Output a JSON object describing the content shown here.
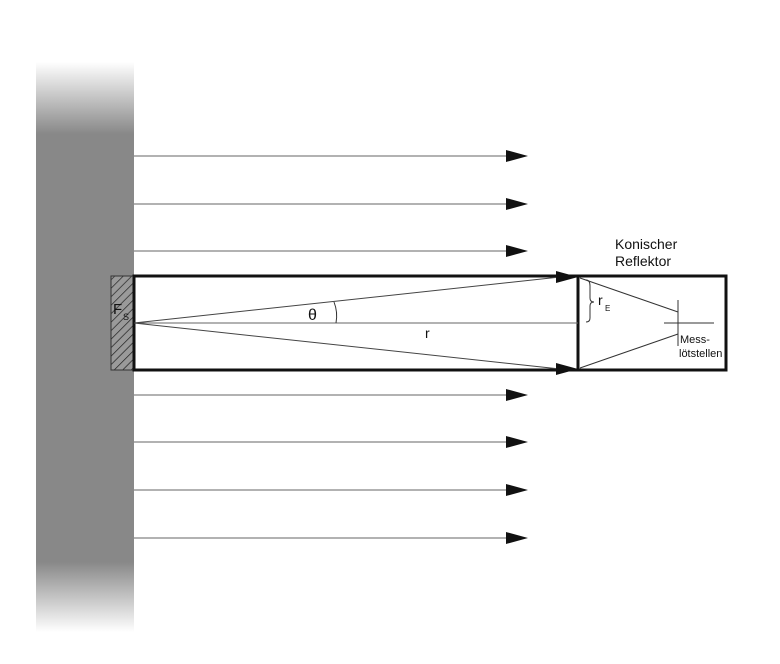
{
  "labels": {
    "source": "F",
    "source_sub": "S",
    "angle": "θ",
    "distance": "r",
    "radius": "r",
    "radius_sub": "E",
    "reflector_line1": "Konischer",
    "reflector_line2": "Reflektor",
    "sensor_line1": "Mess-",
    "sensor_line2": "lötstellen"
  },
  "colors": {
    "wall": "#888888",
    "line": "#111111",
    "thin_line": "#666666"
  }
}
